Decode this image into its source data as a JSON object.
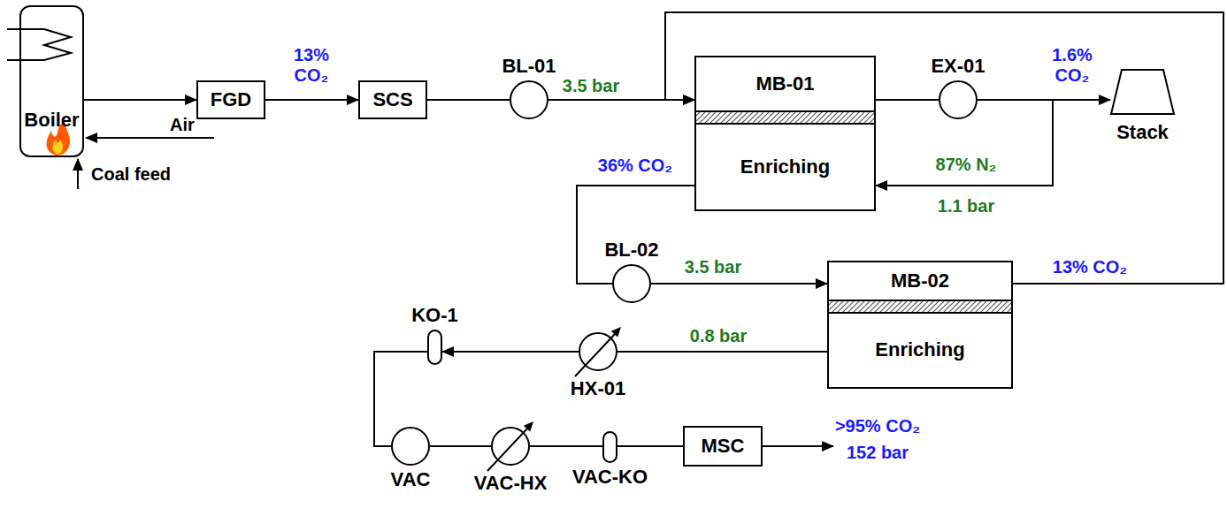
{
  "diagram": {
    "nodes": [
      {
        "text": [
          "Boiler"
        ]
      },
      {
        "text": [
          "FGD"
        ]
      },
      {
        "text": [
          "SCS"
        ]
      },
      {
        "text": [
          "BL-01"
        ]
      },
      {
        "text": [
          "MB-01",
          "Enriching"
        ]
      },
      {
        "text": [
          "EX-01"
        ]
      },
      {
        "text": [
          "Stack"
        ]
      },
      {
        "text": [
          "BL-02"
        ]
      },
      {
        "text": [
          "MB-02",
          "Enriching"
        ]
      },
      {
        "text": [
          "HX-01"
        ]
      },
      {
        "text": [
          "KO-1"
        ]
      },
      {
        "text": [
          "VAC"
        ]
      },
      {
        "text": [
          "VAC-HX"
        ]
      },
      {
        "text": [
          "VAC-KO"
        ]
      },
      {
        "text": [
          "MSC"
        ]
      }
    ],
    "edges": [
      {
        "from": 0,
        "to": 1,
        "arrow": "to"
      },
      {
        "from": 1,
        "to": 2,
        "label": "13% CO₂",
        "arrow": "to"
      },
      {
        "from": 2,
        "to": 3,
        "arrow": "none"
      },
      {
        "from": 3,
        "to": 4,
        "label": "3.5 bar",
        "arrow": "to"
      },
      {
        "from": 4,
        "to": 5,
        "arrow": "none"
      },
      {
        "from": 5,
        "to": 6,
        "label": "1.6% CO₂",
        "arrow": "to"
      },
      {
        "from": 5,
        "to": 4,
        "label": "87% N₂",
        "arrow": "to"
      },
      {
        "from": 4,
        "to": 7,
        "label": "36% CO₂",
        "arrow": "none"
      },
      {
        "from": 7,
        "to": 8,
        "label": "3.5 bar",
        "arrow": "to"
      },
      {
        "from": 8,
        "to": 4,
        "label": "13% CO₂",
        "arrow": "to"
      },
      {
        "from": 8,
        "to": 9,
        "label": "0.8 bar",
        "arrow": "none"
      },
      {
        "from": 9,
        "to": 10,
        "arrow": "to"
      },
      {
        "from": 10,
        "to": 11,
        "arrow": "none"
      },
      {
        "from": 11,
        "to": 12,
        "arrow": "none"
      },
      {
        "from": 12,
        "to": 13,
        "arrow": "none"
      },
      {
        "from": 13,
        "to": 14,
        "arrow": "none"
      }
    ],
    "labels": [
      "Air",
      "Coal feed",
      "1.1 bar",
      ">95% CO₂",
      "152 bar"
    ]
  }
}
